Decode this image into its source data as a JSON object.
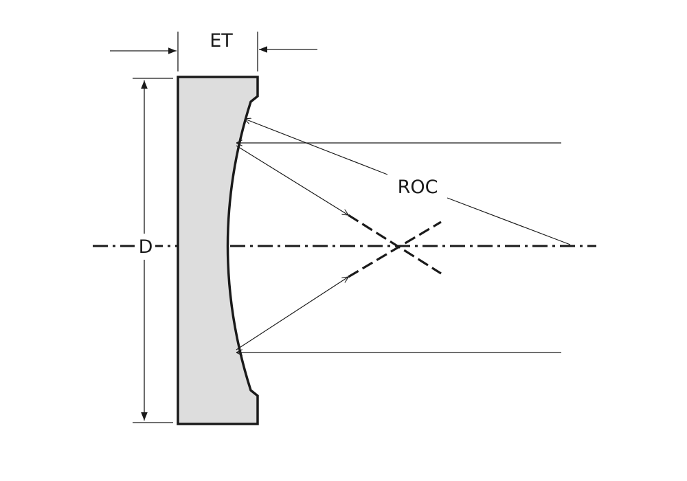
{
  "labels": {
    "edge_thickness": "ET",
    "diameter": "D",
    "radius_of_curvature": "ROC"
  },
  "colors": {
    "lens_fill": "#dddddd",
    "stroke": "#1a1a1a",
    "background": "#ffffff"
  }
}
